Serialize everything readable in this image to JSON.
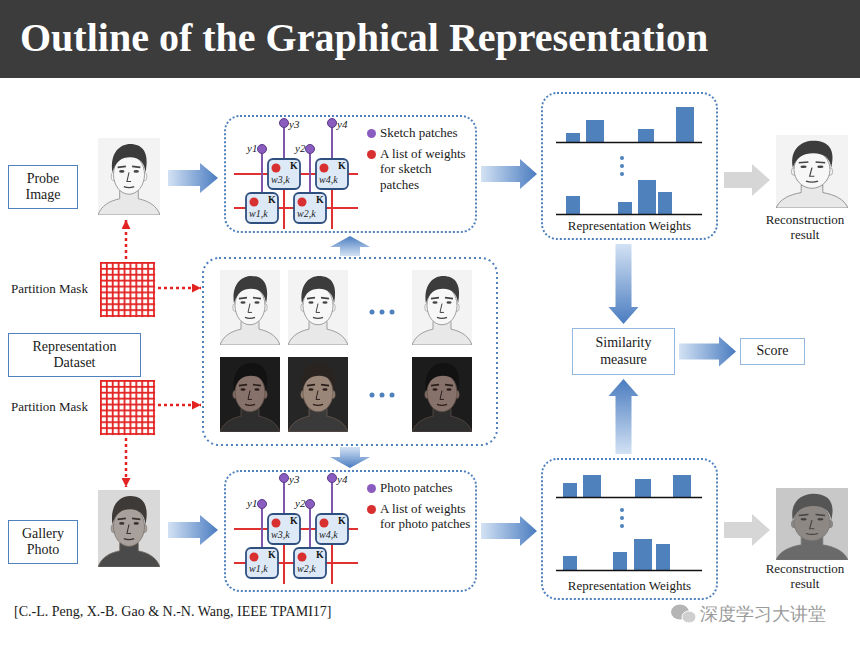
{
  "diagram": {
    "title": "Outline of the Graphical Representation",
    "nodes": [
      {
        "text": [
          "Probe Image"
        ]
      },
      {
        "text": [
          "Sketch patches",
          "A list of weights for sketch patches"
        ]
      },
      {
        "text": [
          "Representation Weights"
        ]
      },
      {
        "text": [
          "Representation Dataset"
        ]
      },
      {
        "text": [
          "Similarity measure"
        ]
      },
      {
        "text": [
          "Score"
        ]
      },
      {
        "text": [
          "Gallery Photo"
        ]
      },
      {
        "text": [
          "Photo patches",
          "A list of weights for photo patches"
        ]
      },
      {
        "text": [
          "Representation Weights"
        ]
      }
    ],
    "edges": [
      {
        "from": 1,
        "to": 2,
        "arrow": "to"
      },
      {
        "from": 2,
        "to": 4,
        "arrow": "to"
      },
      {
        "from": 4,
        "to": 5,
        "arrow": "to"
      },
      {
        "from": 7,
        "to": 8,
        "arrow": "to"
      },
      {
        "from": 8,
        "to": 4,
        "arrow": "to"
      }
    ],
    "labels": [
      "y3",
      "y4",
      "y1",
      "y2",
      "K",
      "K",
      "K",
      "K",
      "w3,k",
      "w4,k",
      "w1,k",
      "w2,k",
      "Reconstruction result",
      "Partition Mask",
      "Partition Mask",
      "y3",
      "y4",
      "y1",
      "y2",
      "K",
      "K",
      "K",
      "K",
      "w3,k",
      "w4,k",
      "w1,k",
      "w2,k",
      "Reconstruction result",
      "[C.-L. Peng, X.-B. Gao & N.-N. Wang, IEEE TPAMI17]",
      "深度学习大讲堂"
    ]
  }
}
